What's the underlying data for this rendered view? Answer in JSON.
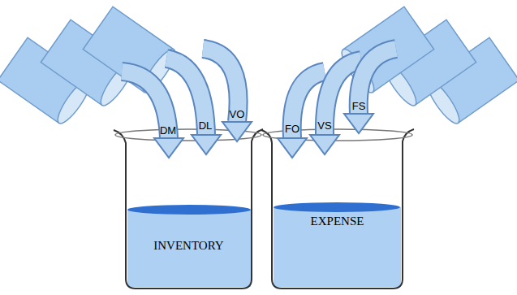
{
  "diagram": {
    "nodes": [
      {
        "text": [
          "INVENTORY"
        ]
      },
      {
        "text": [
          "EXPENSE"
        ]
      }
    ],
    "labels": [
      "DM",
      "DL",
      "VO",
      "FO",
      "VS",
      "FS"
    ]
  }
}
